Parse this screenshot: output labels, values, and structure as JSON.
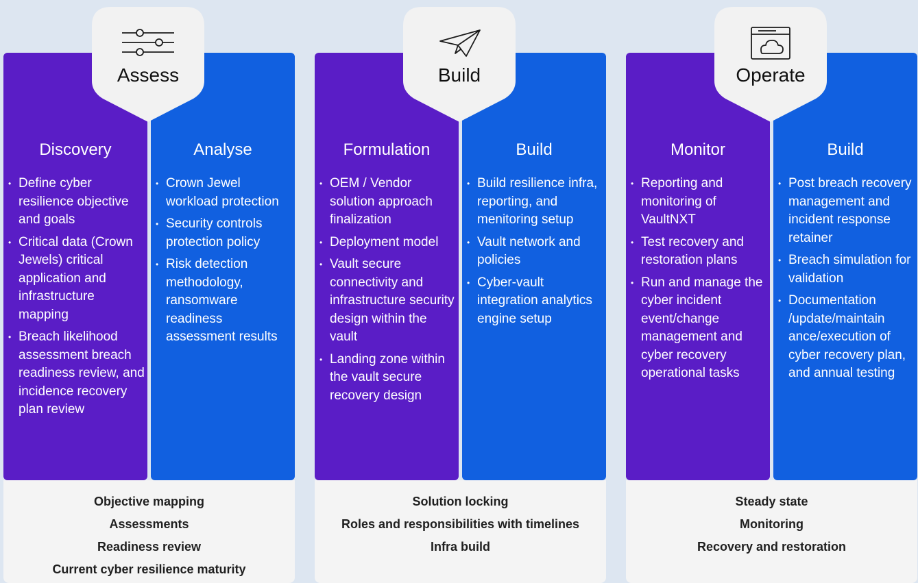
{
  "phases": [
    {
      "title": "Assess",
      "icon": "sliders-icon",
      "left": {
        "title": "Discovery",
        "bullets": [
          "Define cyber resilience objective and goals",
          "Critical data (Crown Jewels) critical application and infrastructure mapping",
          "Breach likelihood assessment breach readiness review, and incidence recovery plan review"
        ]
      },
      "right": {
        "title": "Analyse",
        "bullets": [
          "Crown Jewel workload protection",
          "Security controls protection policy",
          "Risk detection methodology, ransomware readiness assessment results"
        ]
      },
      "summary": [
        "Objective mapping",
        "Assessments",
        "Readiness review",
        "Current cyber resilience maturity"
      ]
    },
    {
      "title": "Build",
      "icon": "paper-plane-icon",
      "left": {
        "title": "Formulation",
        "bullets": [
          "OEM / Vendor solution approach finalization",
          "Deployment model",
          "Vault secure connectivity and infrastructure security design within the vault",
          "Landing zone within the vault secure recovery design"
        ]
      },
      "right": {
        "title": "Build",
        "bullets": [
          "Build resilience infra, reporting, and menitoring setup",
          "Vault network and policies",
          "Cyber-vault integration analytics engine setup"
        ]
      },
      "summary": [
        "Solution locking",
        "Roles and responsibilities with timelines",
        "Infra build"
      ]
    },
    {
      "title": "Operate",
      "icon": "cloud-window-icon",
      "left": {
        "title": "Monitor",
        "bullets": [
          "Reporting and monitoring of VaultNXT",
          "Test recovery and restoration plans",
          "Run and manage the cyber incident event/change management and cyber recovery operational tasks"
        ]
      },
      "right": {
        "title": "Build",
        "bullets": [
          "Post breach recovery management and incident response retainer",
          "Breach simulation for validation",
          "Documentation /update/maintain ance/execution of cyber recovery plan, and annual testing"
        ]
      },
      "summary": [
        "Steady state",
        "Monitoring",
        "Recovery and restoration"
      ]
    }
  ]
}
